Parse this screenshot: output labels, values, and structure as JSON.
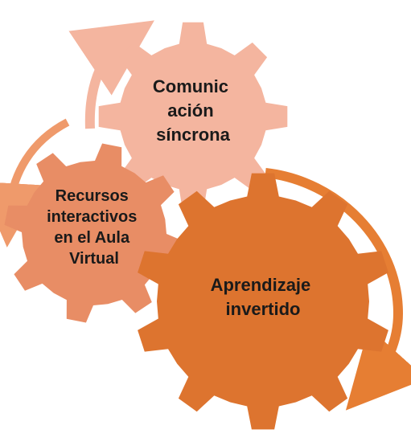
{
  "gears": [
    {
      "id": "comunicacion",
      "lines": [
        "Comunic",
        "ación",
        "síncrona"
      ],
      "fill": "#f4b59f",
      "text_color": "#1a1a1a",
      "arrow_color": "#f4b59f"
    },
    {
      "id": "recursos",
      "lines": [
        "Recursos",
        "interactivos",
        "en el Aula",
        "Virtual"
      ],
      "fill": "#e88d65",
      "text_color": "#1a1a1a",
      "arrow_color": "#ef9a6b"
    },
    {
      "id": "aprendizaje",
      "lines": [
        "Aprendizaje",
        "invertido"
      ],
      "fill": "#dd742f",
      "text_color": "#1a1a1a",
      "arrow_color": "#e67e33"
    }
  ]
}
